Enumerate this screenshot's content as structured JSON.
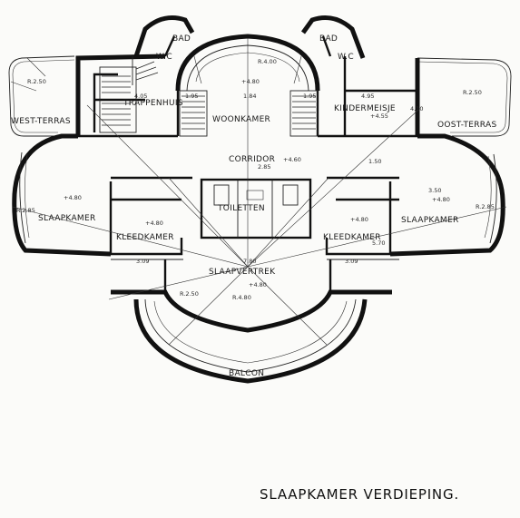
{
  "title": "SLAAPKAMER VERDIEPING.",
  "rooms": {
    "bad_left": "BAD",
    "wc_left": "W.C",
    "bad_right": "BAD",
    "wc_right": "W.C",
    "trappenhuis": "TRAPPENHUIS",
    "woonkamer": "WOONKAMER",
    "kindermeisje": "KINDERMEISJE",
    "west_terras": "WEST-TERRAS",
    "oost_terras": "OOST-TERRAS",
    "corridor": "CORRIDOR",
    "toiletten": "TOILETTEN",
    "slaapkamer_left": "SLAAPKAMER",
    "slaapkamer_right": "SLAAPKAMER",
    "kleedkamer_left": "KLEEDKAMER",
    "kleedkamer_right": "KLEEDKAMER",
    "slaapvertrek": "SLAAPVERTREK",
    "balcon": "BALCON"
  },
  "dimensions": {
    "d_480_top": "+4.80",
    "d_184": "1.84",
    "d_495": "4.95",
    "d_405": "4.05",
    "d_195_left": "1.95",
    "d_195_right": "1.95",
    "d_410": "4.10",
    "d_455": "+4.55",
    "d_460": "+4.60",
    "d_285": "2.85",
    "d_150": "1.50",
    "d_480_sl_left": "+4.80",
    "d_480_sl_right": "+4.80",
    "d_480_kl_left": "+4.80",
    "d_480_kl_right": "+4.80",
    "d_309_left": "3.09",
    "d_309_right": "3.09",
    "d_780": "7.80",
    "d_480_slv": "+4.80",
    "d_570": "5.70",
    "d_350": "3.50",
    "d_r250": "R.2.50",
    "d_r285_l": "R.2.85",
    "d_r285_r": "R.2.85",
    "d_r250_tl": "R.2.50",
    "d_r250_tr": "R.2.50",
    "d_r400": "R.4.00",
    "d_r480": "R.4.80"
  }
}
